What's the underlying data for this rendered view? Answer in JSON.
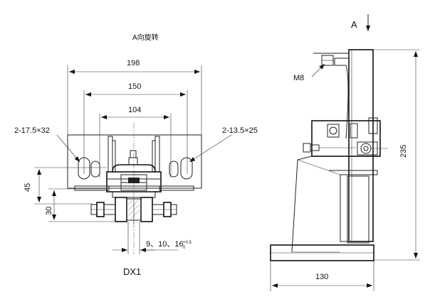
{
  "left_view": {
    "title": "A向旋转",
    "dims": {
      "width_198": "198",
      "width_150": "150",
      "width_104": "104",
      "slot_left": "2-17.5×32",
      "slot_right": "2-13.5×25",
      "height_45": "45",
      "height_30": "30",
      "gap": "9、10、16",
      "gap_tol_top": "+0.5",
      "gap_tol_bottom": "0"
    },
    "caption": "DX1"
  },
  "right_view": {
    "direction_label": "A",
    "bolt_label": "M8",
    "height_235": "235",
    "width_130": "130"
  }
}
